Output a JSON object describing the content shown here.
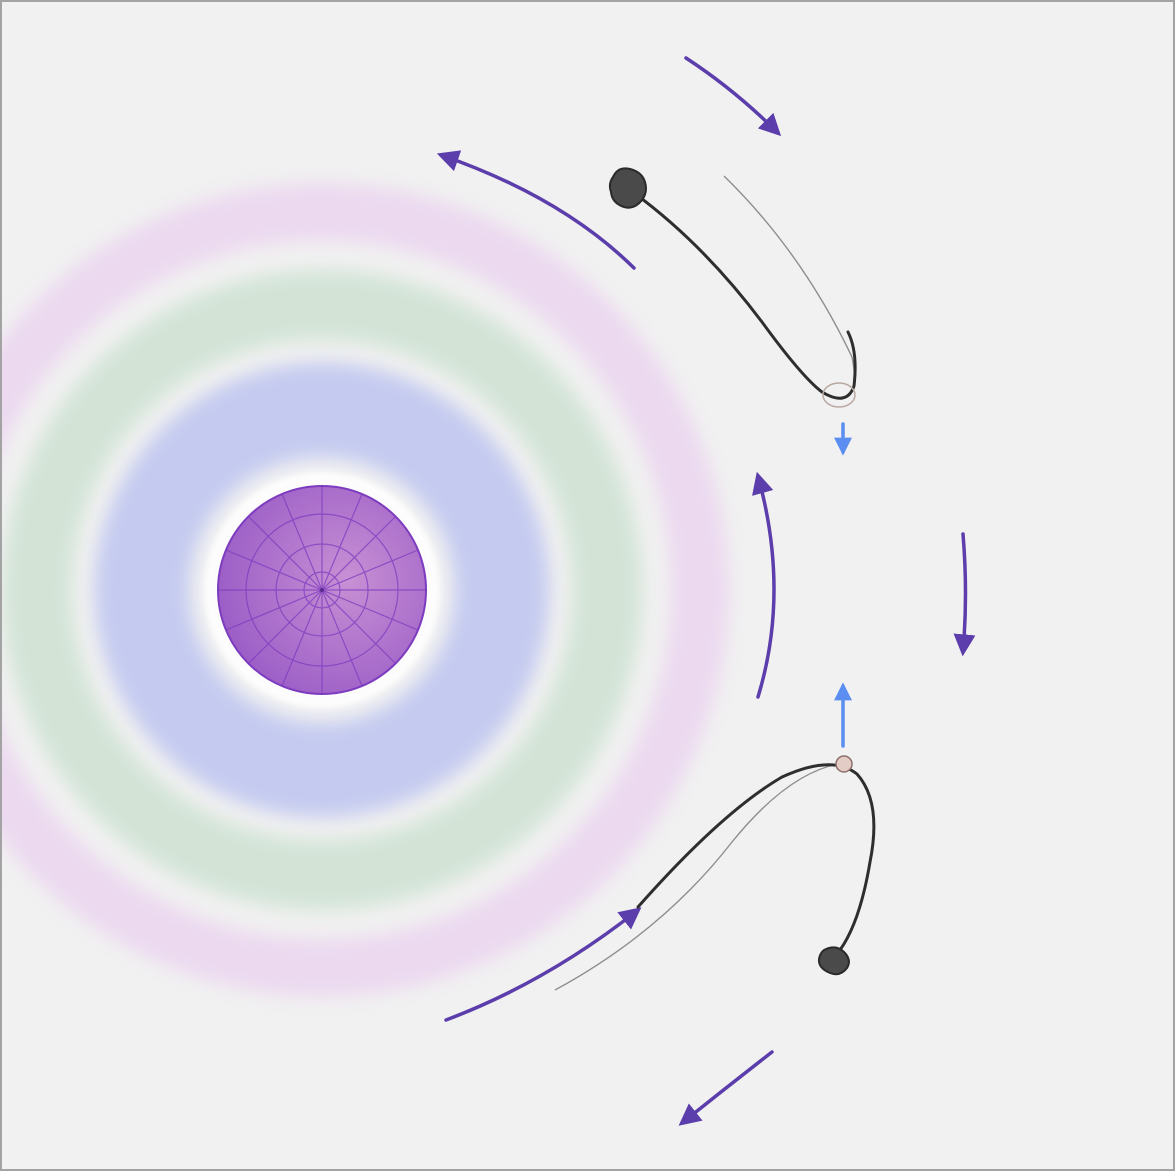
{
  "diagram": {
    "background": "#f1f1f1",
    "frame_color": "#a3a3a3",
    "planet": {
      "fill": "#a567c9",
      "grid_color": "#7d3bbf"
    },
    "zones": [
      {
        "name": "inner-zone",
        "color": "#c5cbf0"
      },
      {
        "name": "middle-zone",
        "color": "#d3e4d7"
      },
      {
        "name": "outer-zone",
        "color": "#ecd9f0"
      }
    ],
    "flow_arrow_color": "#5b3dab",
    "drift_arrow_color": "#5b8ef0",
    "comet_color": "#3a3a3a"
  }
}
